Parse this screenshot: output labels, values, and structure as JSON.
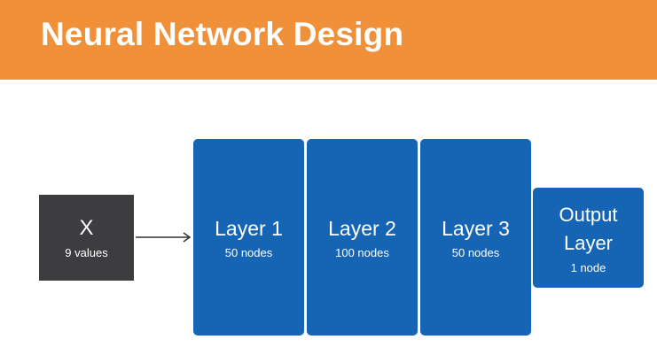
{
  "header": {
    "title": "Neural Network Design"
  },
  "colors": {
    "header": "#f0913a",
    "input": "#3d3d3f",
    "layer": "#1565b4"
  },
  "input": {
    "label": "X",
    "detail": "9 values"
  },
  "layers": [
    {
      "label": "Layer 1",
      "detail": "50 nodes"
    },
    {
      "label": "Layer 2",
      "detail": "100 nodes"
    },
    {
      "label": "Layer 3",
      "detail": "50 nodes"
    }
  ],
  "output": {
    "label_line1": "Output",
    "label_line2": "Layer",
    "detail": "1 node"
  }
}
